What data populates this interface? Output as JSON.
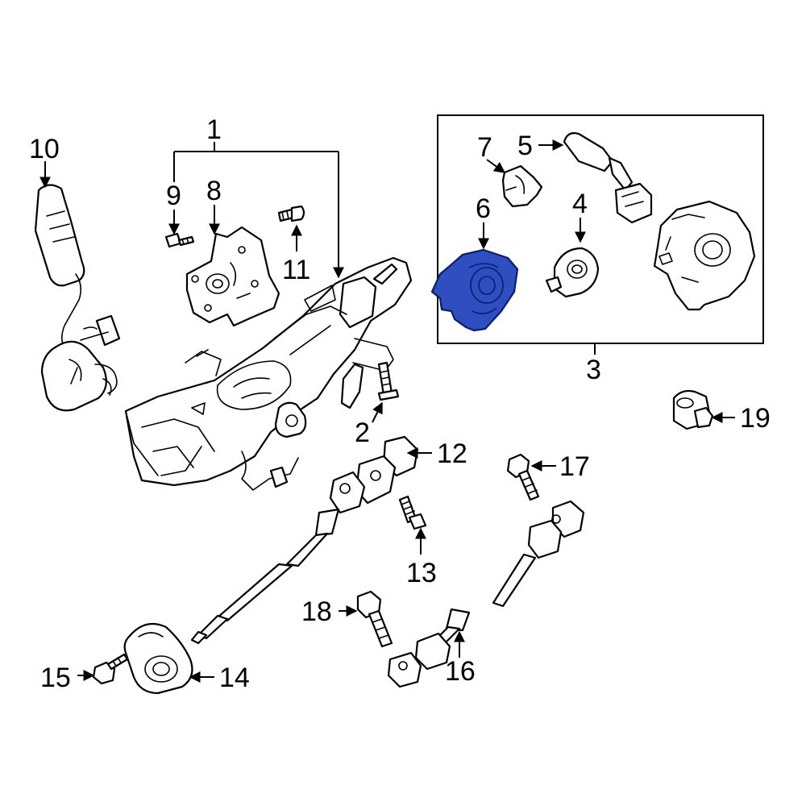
{
  "callouts": {
    "c1": "1",
    "c2": "2",
    "c3": "3",
    "c4": "4",
    "c5": "5",
    "c6": "6",
    "c7": "7",
    "c8": "8",
    "c9": "9",
    "c10": "10",
    "c11": "11",
    "c12": "12",
    "c13": "13",
    "c14": "14",
    "c15": "15",
    "c16": "16",
    "c17": "17",
    "c18": "18",
    "c19": "19"
  },
  "highlighted_part": "6",
  "colors": {
    "line": "#000000",
    "background": "#ffffff",
    "highlight_fill": "#2f4fc0",
    "highlight_stroke": "#0a1e6e"
  }
}
